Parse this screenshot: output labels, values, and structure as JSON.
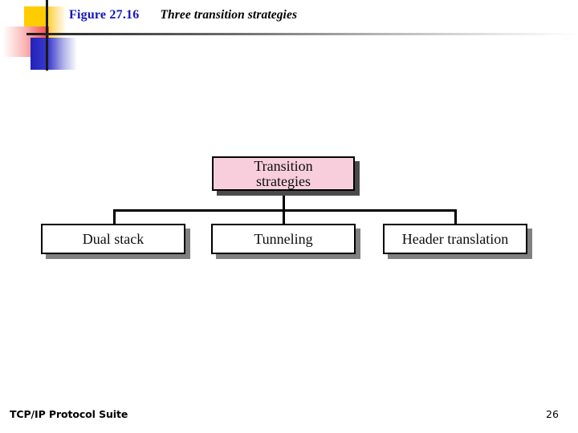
{
  "slide": {
    "figure_number": "Figure 27.16",
    "figure_caption": "Three transition strategies"
  },
  "decoration": {
    "yellow_color": "#FFCC00",
    "red_color": "#F34646",
    "blue_color": "#2222BB",
    "rule_color": "#191919"
  },
  "diagram": {
    "type": "tree",
    "root": {
      "label_line1": "Transition",
      "label_line2": "strategies",
      "fill_color": "#F8CEDC",
      "border_color": "#000000"
    },
    "children": [
      {
        "label": "Dual stack",
        "fill_color": "#FFFFFF",
        "border_color": "#000000"
      },
      {
        "label": "Tunneling",
        "fill_color": "#FFFFFF",
        "border_color": "#000000"
      },
      {
        "label": "Header translation",
        "fill_color": "#FFFFFF",
        "border_color": "#000000"
      }
    ]
  },
  "footer": {
    "book_title": "TCP/IP Protocol Suite",
    "page_number": "26"
  }
}
